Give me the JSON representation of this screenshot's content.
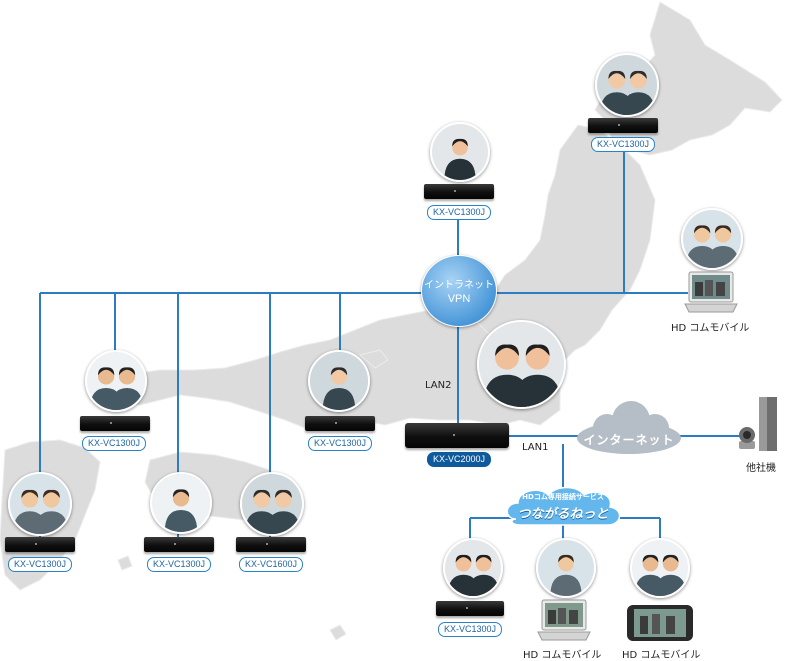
{
  "vpn": {
    "line1": "イントラネット",
    "line2": "VPN"
  },
  "internet": {
    "label": "インターネット"
  },
  "hd_service": {
    "line1": "HDコム専用接続サービス",
    "line2": "つながるねっと"
  },
  "links": {
    "lan1": "LAN1",
    "lan2": "LAN2"
  },
  "devices": [
    {
      "id": "hokkaido",
      "label": "KX-VC1300J"
    },
    {
      "id": "center-top",
      "label": "KX-VC1300J"
    },
    {
      "id": "west-1",
      "label": "KX-VC1300J"
    },
    {
      "id": "west-2",
      "label": "KX-VC1300J"
    },
    {
      "id": "kyushu",
      "label": "KX-VC1300J"
    },
    {
      "id": "shikoku-1",
      "label": "KX-VC1300J"
    },
    {
      "id": "shikoku-2",
      "label": "KX-VC1600J"
    },
    {
      "id": "hq",
      "label": "KX-VC2000J"
    },
    {
      "id": "bottom",
      "label": "KX-VC1300J"
    }
  ],
  "mobiles": [
    {
      "id": "right",
      "label": "HD コムモバイル"
    },
    {
      "id": "bottom-pc",
      "label": "HD コムモバイル"
    },
    {
      "id": "bottom-tablet",
      "label": "HD コムモバイル"
    }
  ],
  "other_company": {
    "label": "他社機"
  },
  "colors": {
    "line": "#2b7cc0",
    "map": "#dcdcdc",
    "label_border": "#2b83c6",
    "cloud": "#b5bec7",
    "hd_cloud": "#63b7ec"
  },
  "icons": [
    "person-icon",
    "laptop-icon",
    "tablet-icon",
    "camera-icon",
    "server-tower-icon",
    "cloud-icon"
  ]
}
